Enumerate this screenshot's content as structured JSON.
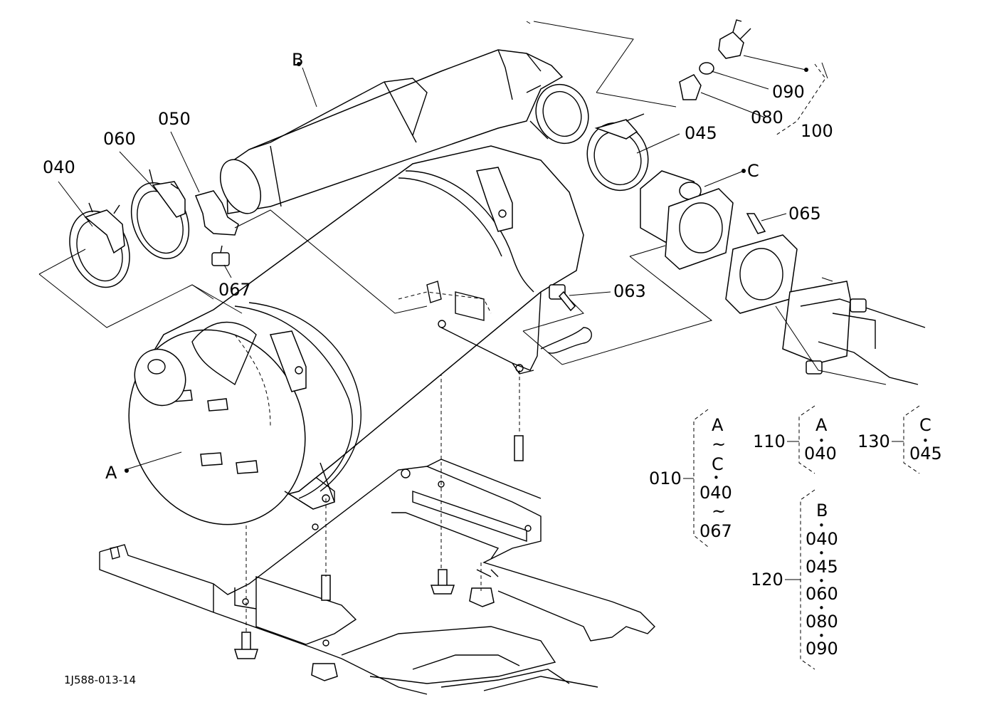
{
  "diagram": {
    "ref_code": "1J588-013-14",
    "callouts": {
      "A": "A",
      "B": "B",
      "C": "C",
      "p040": "040",
      "p045": "045",
      "p050": "050",
      "p060": "060",
      "p063": "063",
      "p065": "065",
      "p067": "067",
      "p080": "080",
      "p090": "090",
      "p100": "100"
    },
    "assemblies": {
      "a010": {
        "number": "010",
        "lines": [
          "A",
          "~",
          "C",
          "•",
          "040",
          "~",
          "067"
        ]
      },
      "a110": {
        "number": "110",
        "lines": [
          "A",
          "•",
          "040"
        ]
      },
      "a120": {
        "number": "120",
        "lines": [
          "B",
          "•",
          "040",
          "•",
          "045",
          "•",
          "060",
          "•",
          "080",
          "•",
          "090"
        ]
      },
      "a130": {
        "number": "130",
        "lines": [
          "C",
          "•",
          "045"
        ]
      }
    }
  }
}
